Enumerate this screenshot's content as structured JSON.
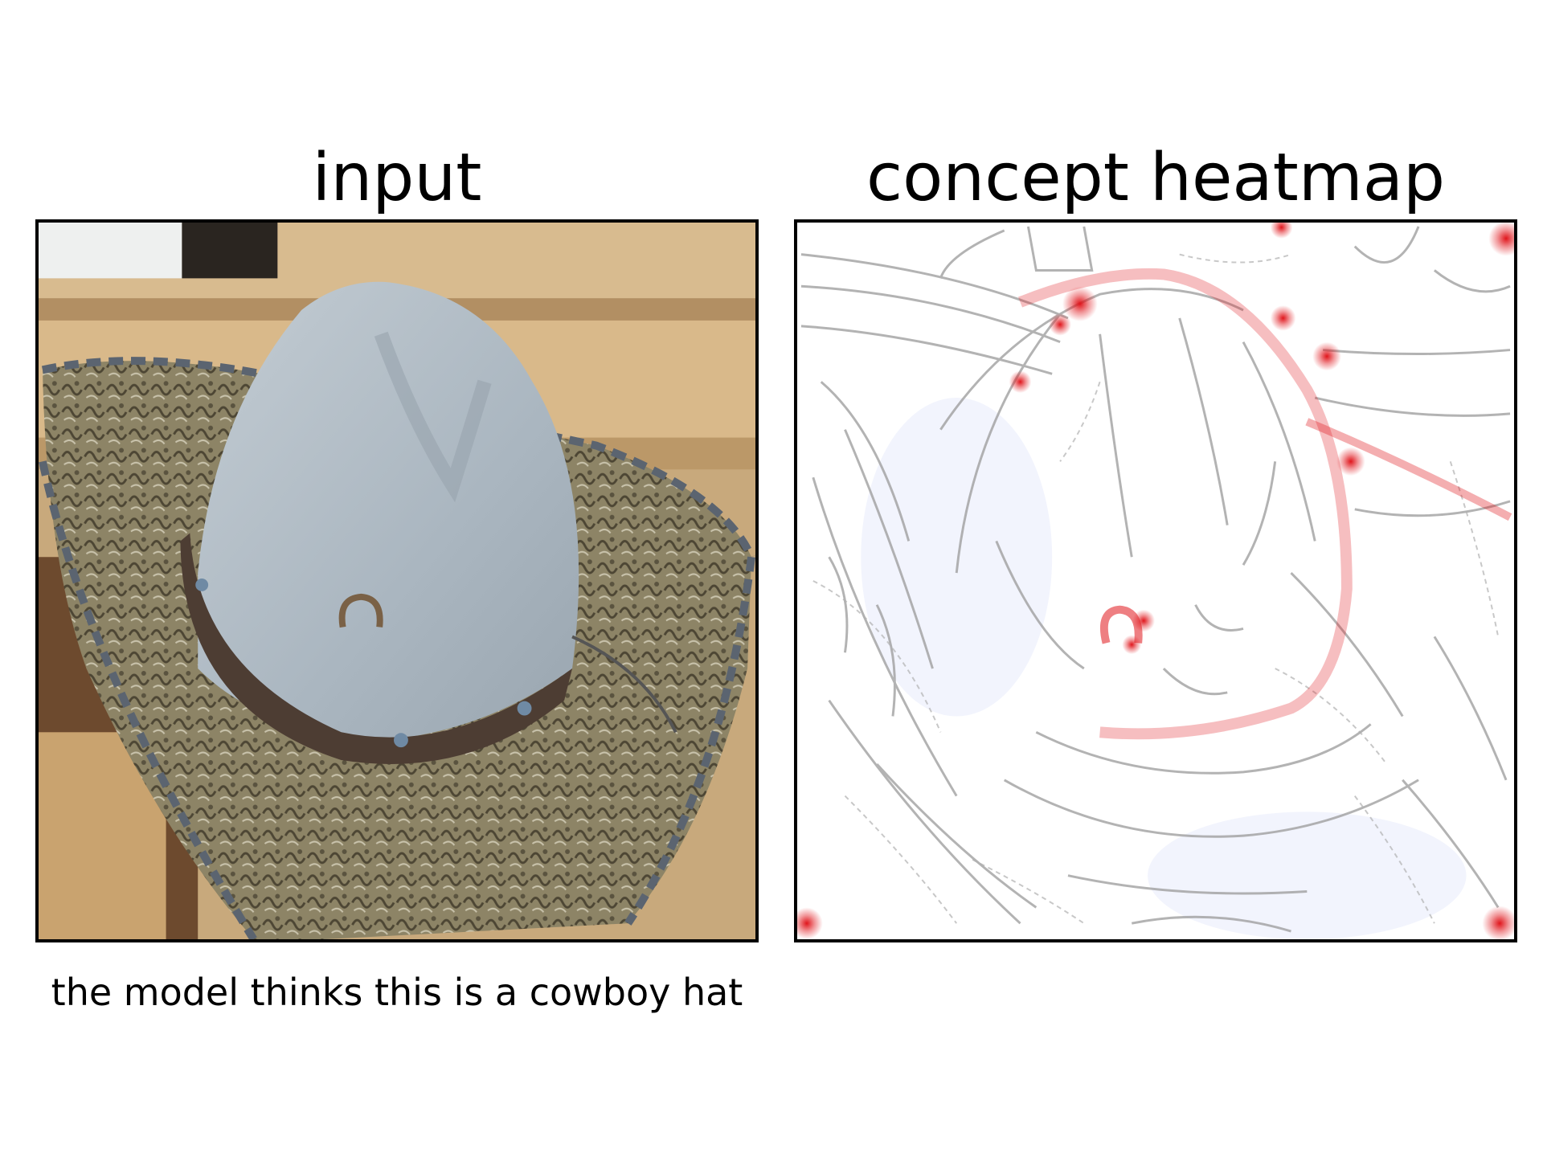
{
  "panels": {
    "left_title": "input",
    "right_title": "concept heatmap"
  },
  "caption": "the model thinks this is a cowboy hat",
  "colors": {
    "heat_high": "#e0161c",
    "edge_lines": "#9a9a9a",
    "frame": "#000000"
  }
}
